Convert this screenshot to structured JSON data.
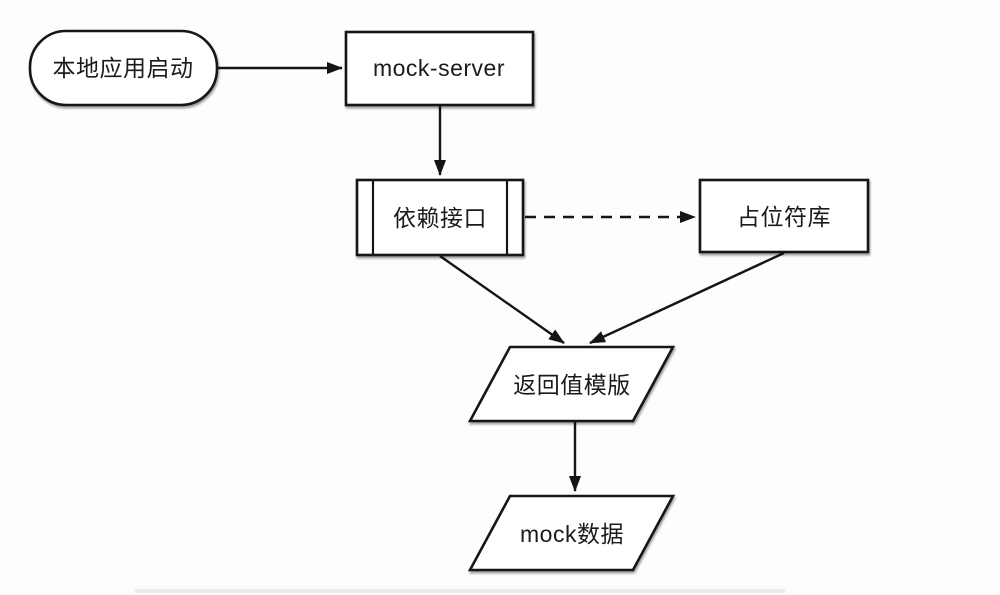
{
  "diagram": {
    "type": "flowchart",
    "background": "#fdfdfd",
    "stroke_color": "#151515",
    "node_fill_color": "#ffffff",
    "text_color": "#1b1b1b",
    "nodes": [
      {
        "id": "start",
        "shape": "stadium",
        "label": "本地应用启动"
      },
      {
        "id": "mock-server",
        "shape": "rectangle",
        "label": "mock-server"
      },
      {
        "id": "dependency-api",
        "shape": "subroutine",
        "label": "依赖接口"
      },
      {
        "id": "placeholder-lib",
        "shape": "rectangle",
        "label": "占位符库"
      },
      {
        "id": "return-template",
        "shape": "parallelogram",
        "label": "返回值模版"
      },
      {
        "id": "mock-data",
        "shape": "parallelogram",
        "label": "mock数据"
      }
    ],
    "edges": [
      {
        "from": "start",
        "to": "mock-server",
        "style": "solid",
        "direction": "right"
      },
      {
        "from": "mock-server",
        "to": "dependency-api",
        "style": "solid",
        "direction": "down"
      },
      {
        "from": "dependency-api",
        "to": "placeholder-lib",
        "style": "dashed",
        "direction": "right"
      },
      {
        "from": "dependency-api",
        "to": "return-template",
        "style": "solid",
        "direction": "down-right"
      },
      {
        "from": "placeholder-lib",
        "to": "return-template",
        "style": "solid",
        "direction": "down-left"
      },
      {
        "from": "return-template",
        "to": "mock-data",
        "style": "solid",
        "direction": "down"
      }
    ]
  }
}
